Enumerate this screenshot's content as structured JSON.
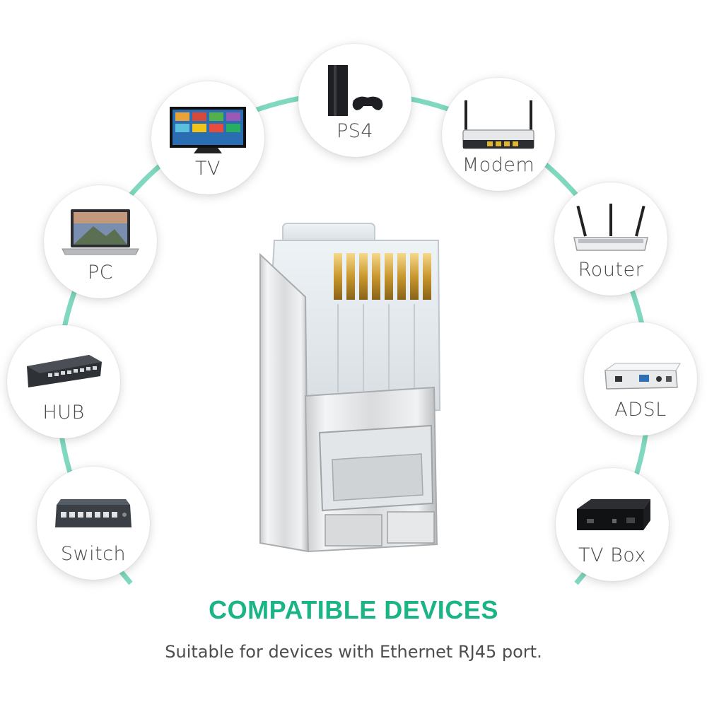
{
  "devices": [
    {
      "id": "ps4",
      "label": "PS4",
      "icon": "ps4-console-icon"
    },
    {
      "id": "tv",
      "label": "TV",
      "icon": "tv-icon"
    },
    {
      "id": "modem",
      "label": "Modem",
      "icon": "modem-icon"
    },
    {
      "id": "pc",
      "label": "PC",
      "icon": "laptop-icon"
    },
    {
      "id": "router",
      "label": "Router",
      "icon": "router-icon"
    },
    {
      "id": "hub",
      "label": "HUB",
      "icon": "hub-icon"
    },
    {
      "id": "adsl",
      "label": "ADSL",
      "icon": "adsl-box-icon"
    },
    {
      "id": "switch",
      "label": "Switch",
      "icon": "switch-icon"
    },
    {
      "id": "tvbox",
      "label": "TV Box",
      "icon": "tv-box-icon"
    }
  ],
  "headline": "COMPATIBLE DEVICES",
  "subline": "Suitable for devices with Ethernet RJ45 port.",
  "colors": {
    "accent": "#1bb486",
    "arc": "#7fd8bf",
    "label": "#4a4a4a"
  }
}
